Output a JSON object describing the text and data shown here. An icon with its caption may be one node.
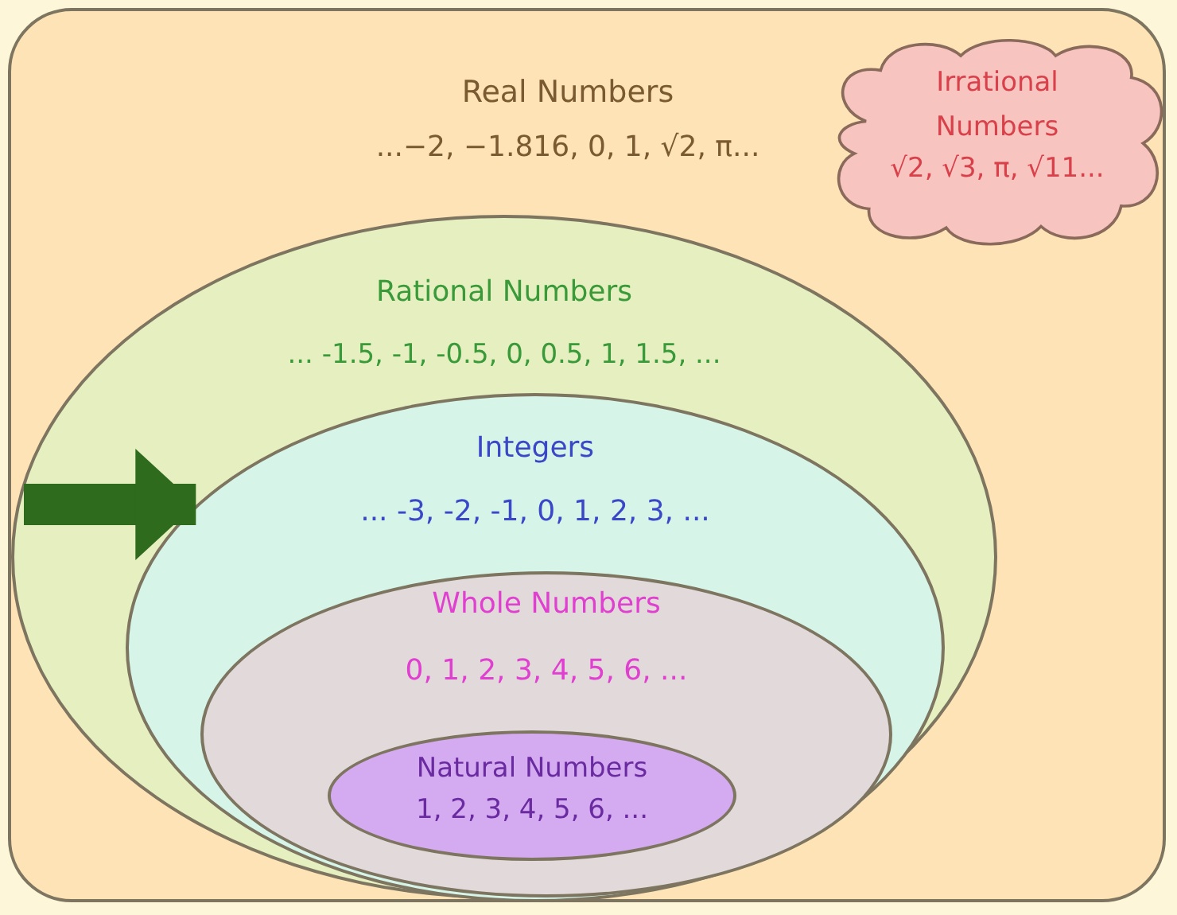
{
  "diagram": {
    "nodes": [
      {
        "text": [
          "Real Numbers",
          "...−2, −1.816, 0, 1, √2, π..."
        ]
      },
      {
        "text": [
          "Irrational Numbers",
          "√2, √3, π, √11..."
        ],
        "in": 0
      },
      {
        "text": [
          "Rational Numbers",
          "... -1.5, -1, -0.5, 0, 0.5, 1, 1.5, ..."
        ],
        "in": 0
      },
      {
        "text": [
          "Integers",
          "... -3, -2, -1, 0, 1, 2, 3, ..."
        ],
        "in": 2
      },
      {
        "text": [
          "Whole Numbers",
          "0, 1, 2, 3, 4, 5, 6, ..."
        ],
        "in": 3
      },
      {
        "text": [
          "Natural Numbers",
          "1, 2, 3, 4, 5, 6, ..."
        ],
        "in": 4
      }
    ],
    "edges": [
      {
        "from": null,
        "to": 3,
        "arrow": "to"
      }
    ]
  }
}
